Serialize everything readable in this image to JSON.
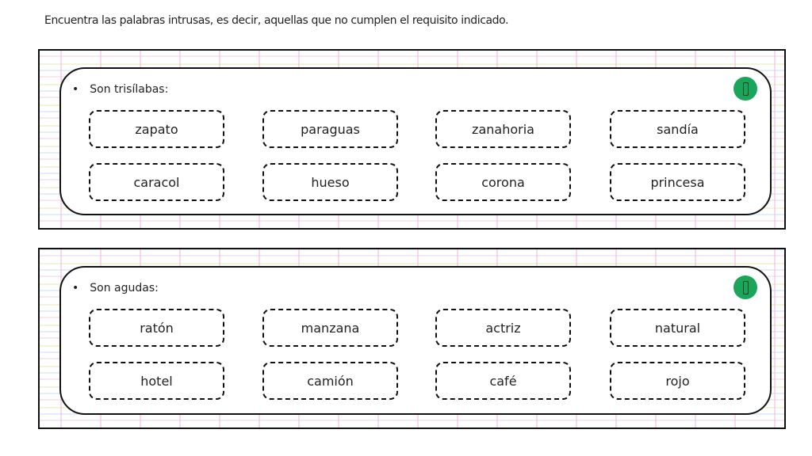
{
  "instruction": "Encuentra las palabras intrusas, es decir, aquellas que no cumplen el requisito indicado.",
  "logo_color": "#1aa55a",
  "exercises": [
    {
      "heading": "Son trisílabas:",
      "words": [
        "zapato",
        "paraguas",
        "zanahoria",
        "sandía",
        "caracol",
        "hueso",
        "corona",
        "princesa"
      ]
    },
    {
      "heading": "Son agudas:",
      "words": [
        "ratón",
        "manzana",
        "actriz",
        "natural",
        "hotel",
        "camión",
        "café",
        "rojo"
      ]
    }
  ]
}
